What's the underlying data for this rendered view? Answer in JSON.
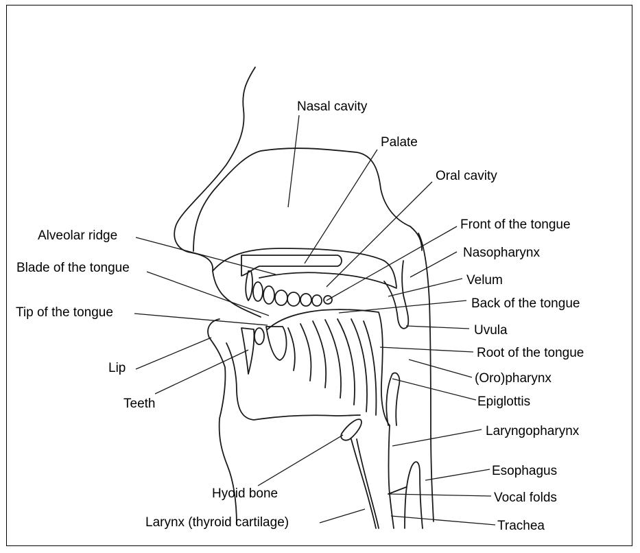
{
  "labels": {
    "nasal_cavity": "Nasal cavity",
    "palate": "Palate",
    "oral_cavity": "Oral cavity",
    "front_of_tongue": "Front of the tongue",
    "alveolar_ridge": "Alveolar ridge",
    "nasopharynx": "Nasopharynx",
    "blade_of_tongue": "Blade of the tongue",
    "velum": "Velum",
    "back_of_tongue": "Back of the tongue",
    "tip_of_tongue": "Tip of the tongue",
    "uvula": "Uvula",
    "root_of_tongue": "Root of the tongue",
    "lip": "Lip",
    "oropharynx": "(Oro)pharynx",
    "teeth": "Teeth",
    "epiglottis": "Epiglottis",
    "laryngopharynx": "Laryngopharynx",
    "esophagus": "Esophagus",
    "hyoid_bone": "Hyoid bone",
    "vocal_folds": "Vocal folds",
    "larynx": "Larynx (thyroid cartilage)",
    "trachea": "Trachea"
  }
}
